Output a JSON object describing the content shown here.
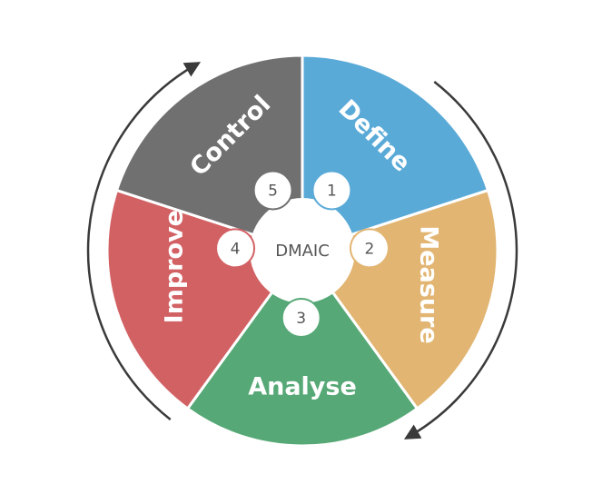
{
  "diagram": {
    "center_label": "DMAIC",
    "stages": [
      {
        "number": "1",
        "label": "Define",
        "color": "#5aaad8"
      },
      {
        "number": "2",
        "label": "Measure",
        "color": "#e2b572"
      },
      {
        "number": "3",
        "label": "Analyse",
        "color": "#56a876"
      },
      {
        "number": "4",
        "label": "Improve",
        "color": "#d26164"
      },
      {
        "number": "5",
        "label": "Control",
        "color": "#707070"
      }
    ],
    "colors": {
      "center_fill": "#ffffff",
      "center_text": "#555555",
      "arrow": "#3a3a3a"
    },
    "arrows": [
      "cycle-arrow-icon",
      "cycle-arrow-icon"
    ]
  }
}
